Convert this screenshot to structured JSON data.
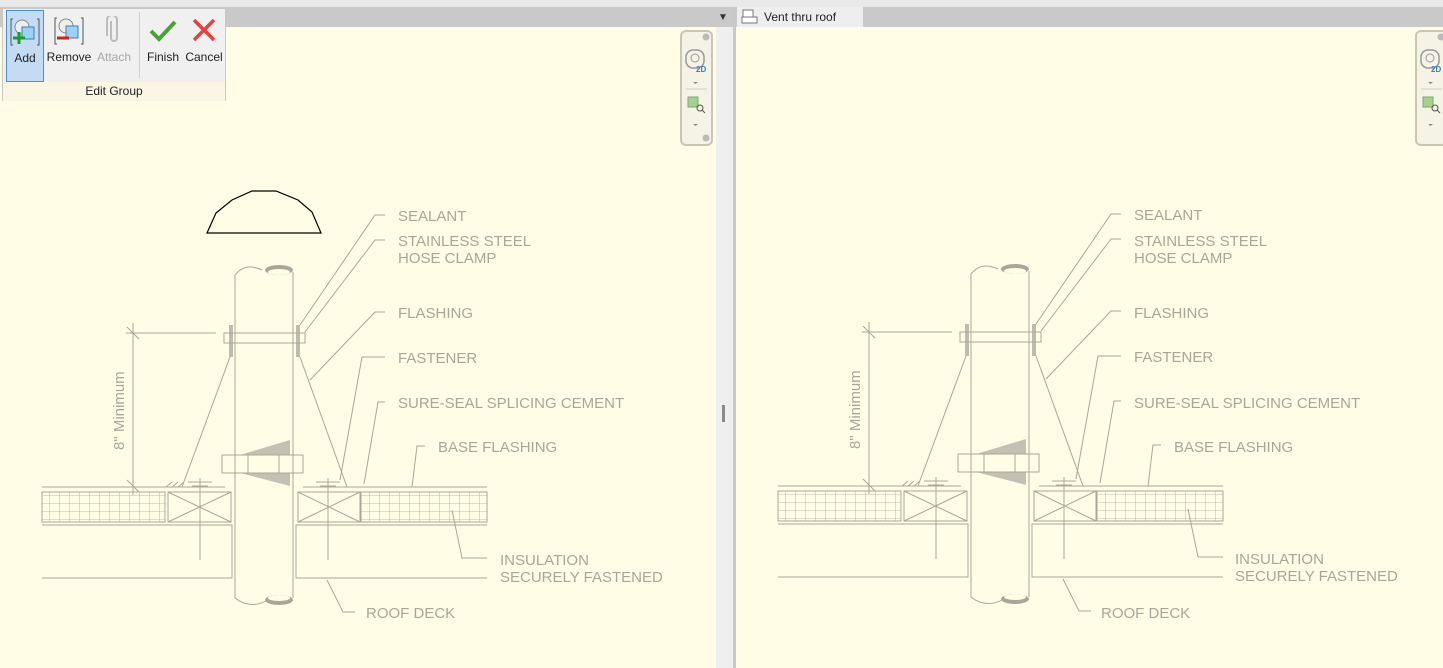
{
  "ribbon": {
    "group_label": "Edit Group",
    "buttons": [
      {
        "label": "Add",
        "icon": "add-to-group-icon",
        "state": "active"
      },
      {
        "label": "Remove",
        "icon": "remove-from-group-icon",
        "state": "normal"
      },
      {
        "label": "Attach",
        "icon": "paperclip-icon",
        "state": "disabled"
      },
      {
        "label": "Finish",
        "icon": "checkmark-icon",
        "state": "normal"
      },
      {
        "label": "Cancel",
        "icon": "x-icon",
        "state": "normal"
      }
    ]
  },
  "views": {
    "right_tab": {
      "title": "Vent thru roof",
      "icon": "sheet-view-icon"
    }
  },
  "navbar": {
    "wheel_label": "2D"
  },
  "drawing": {
    "labels": {
      "sealant": "SEALANT",
      "clamp1": "STAINLESS STEEL",
      "clamp2": "HOSE CLAMP",
      "flashing": "FLASHING",
      "fastener": "FASTENER",
      "cement": "SURE-SEAL SPLICING CEMENT",
      "base": "BASE FLASHING",
      "insul1": "INSULATION",
      "insul2": "SECURELY FASTENED",
      "deck": "ROOF DECK",
      "dimension": "8\" Minimum"
    }
  },
  "colors": {
    "canvas": "#fffde6",
    "linework": "#aaa79a",
    "selection": "#c4dcf3"
  }
}
